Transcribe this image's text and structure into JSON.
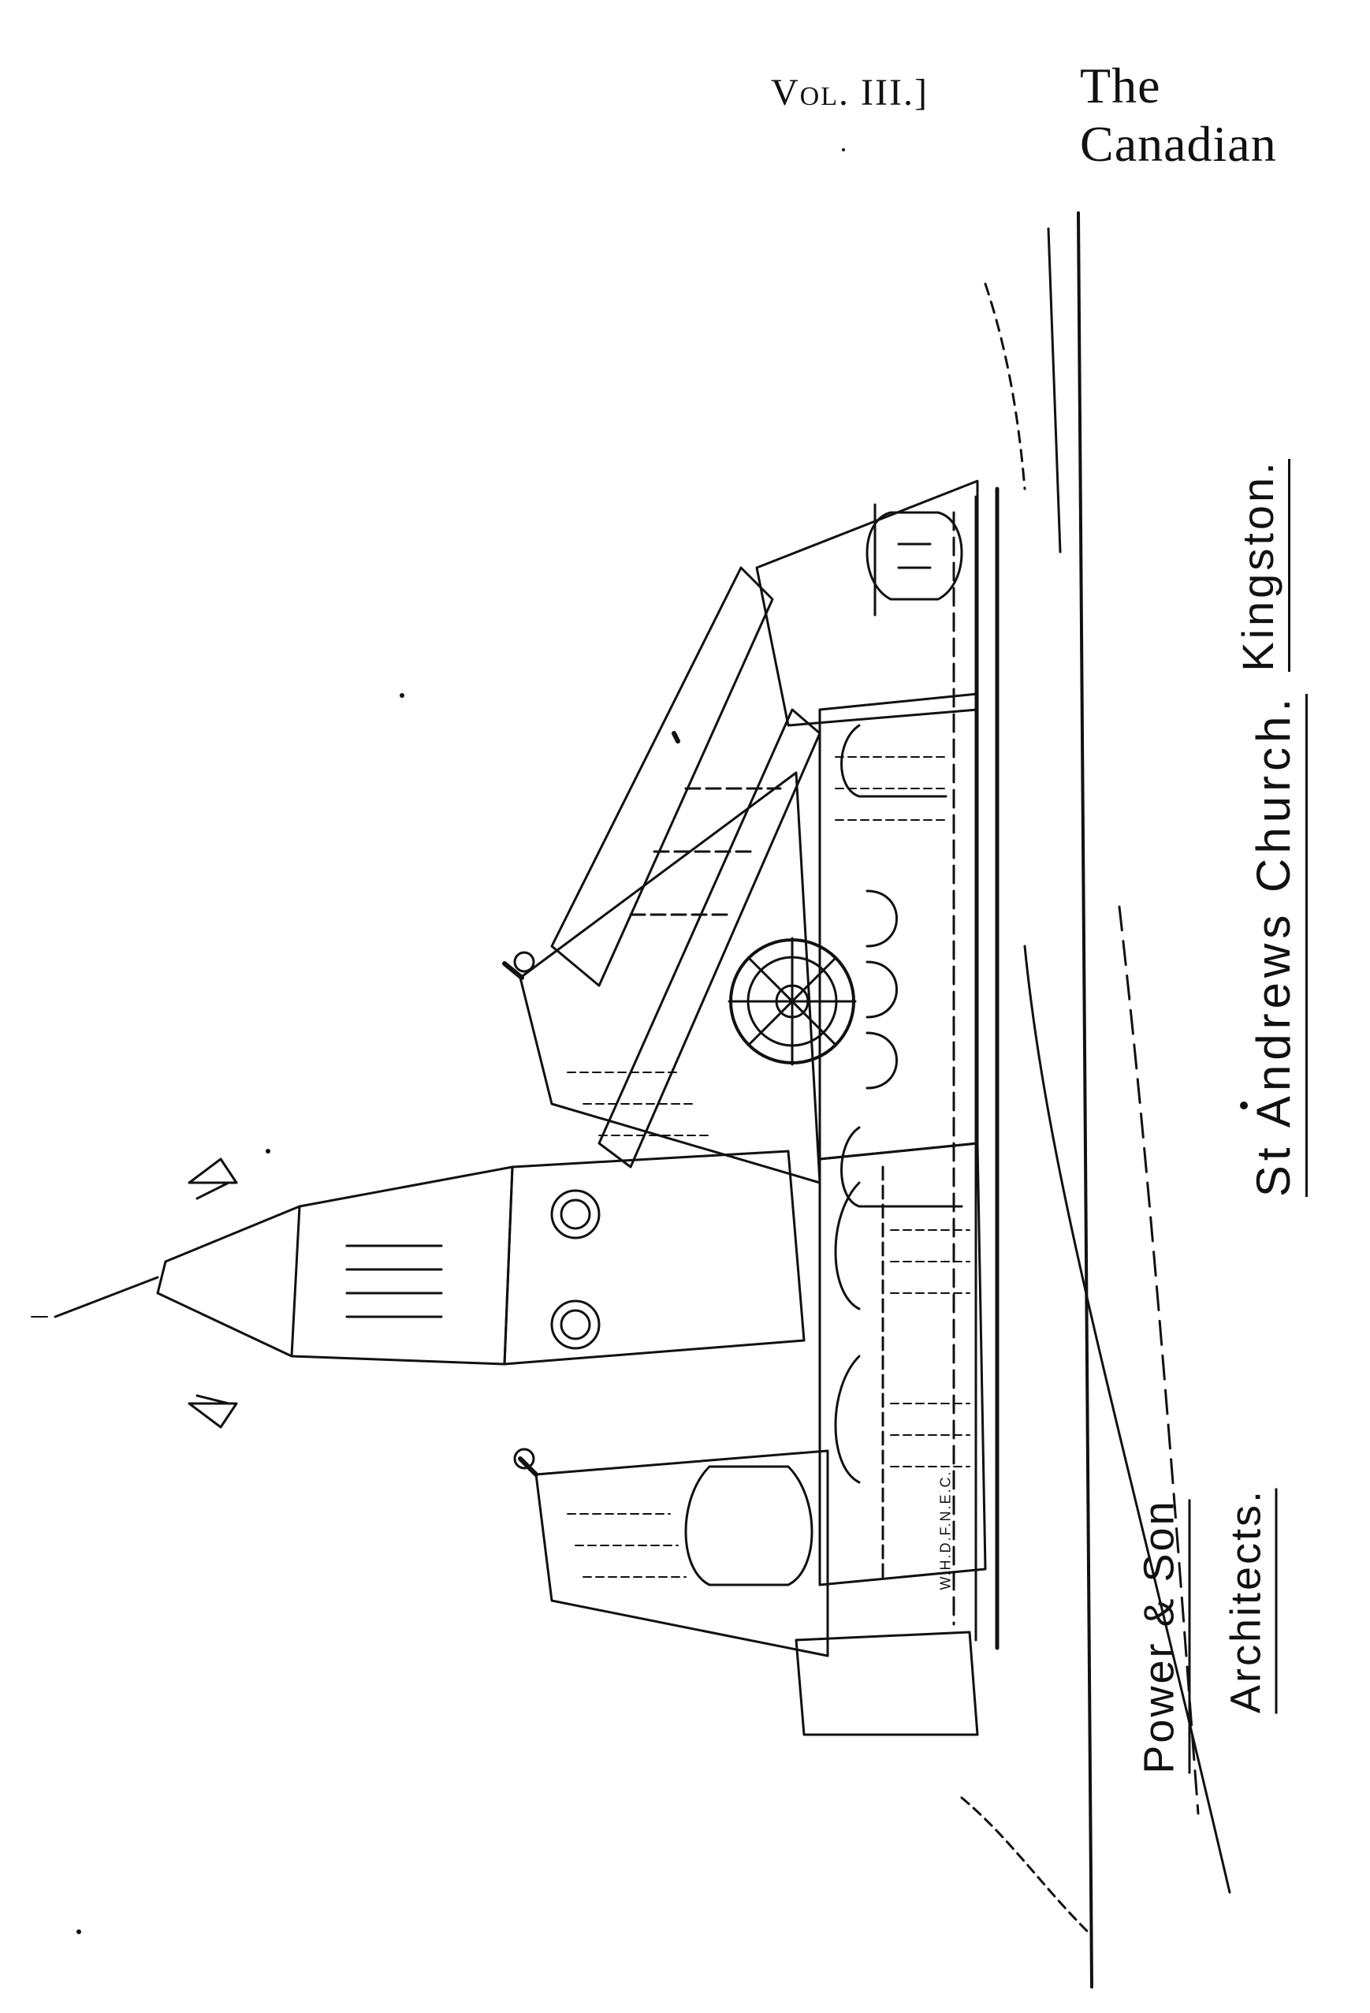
{
  "header": {
    "volume": "Vol. III.]",
    "publication": "The Canadian"
  },
  "illustration": {
    "subject": "church-drawing",
    "captions": {
      "title": "St Andrews Church.",
      "place": "Kingston.",
      "firm": "Power & Son",
      "role": "Architects.",
      "signature": "W.H.D.F.N.E.C."
    }
  }
}
